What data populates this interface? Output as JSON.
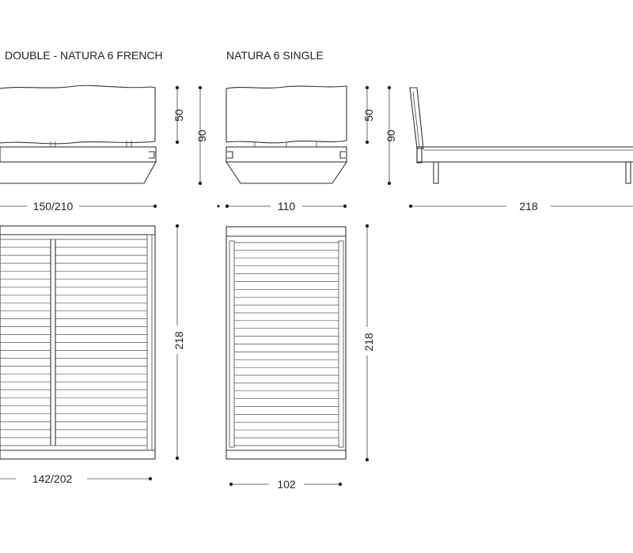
{
  "titles": {
    "double": "DOUBLE - NATURA 6 FRENCH",
    "single": "NATURA 6 SINGLE"
  },
  "dimensions": {
    "double_width": "150/210",
    "double_inner_width": "142/202",
    "double_length": "218",
    "headboard_height": "50",
    "total_height": "90",
    "single_width": "110",
    "single_inner_width": "102",
    "single_length": "218",
    "side_length": "218"
  },
  "colors": {
    "line": "#333333",
    "text": "#222222",
    "background": "#ffffff"
  }
}
